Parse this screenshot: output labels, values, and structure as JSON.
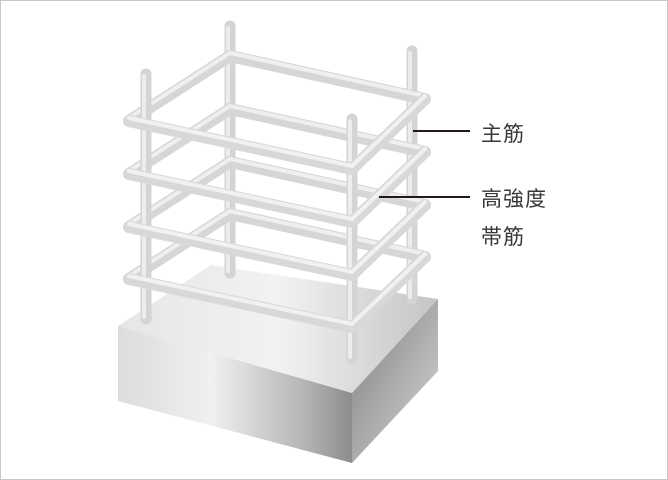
{
  "diagram": {
    "subject": "reinforced concrete column rebar cage on footing",
    "labels": {
      "main_rebar": "主筋",
      "hoop_line1": "高強度",
      "hoop_line2": "帯筋"
    },
    "colors": {
      "background": "#ffffff",
      "border": "#c8c8c8",
      "rebar": "#dcdcdc",
      "rebar_highlight": "#f2f2f2",
      "leader_line": "#231815",
      "label_text": "#3a3636"
    }
  }
}
